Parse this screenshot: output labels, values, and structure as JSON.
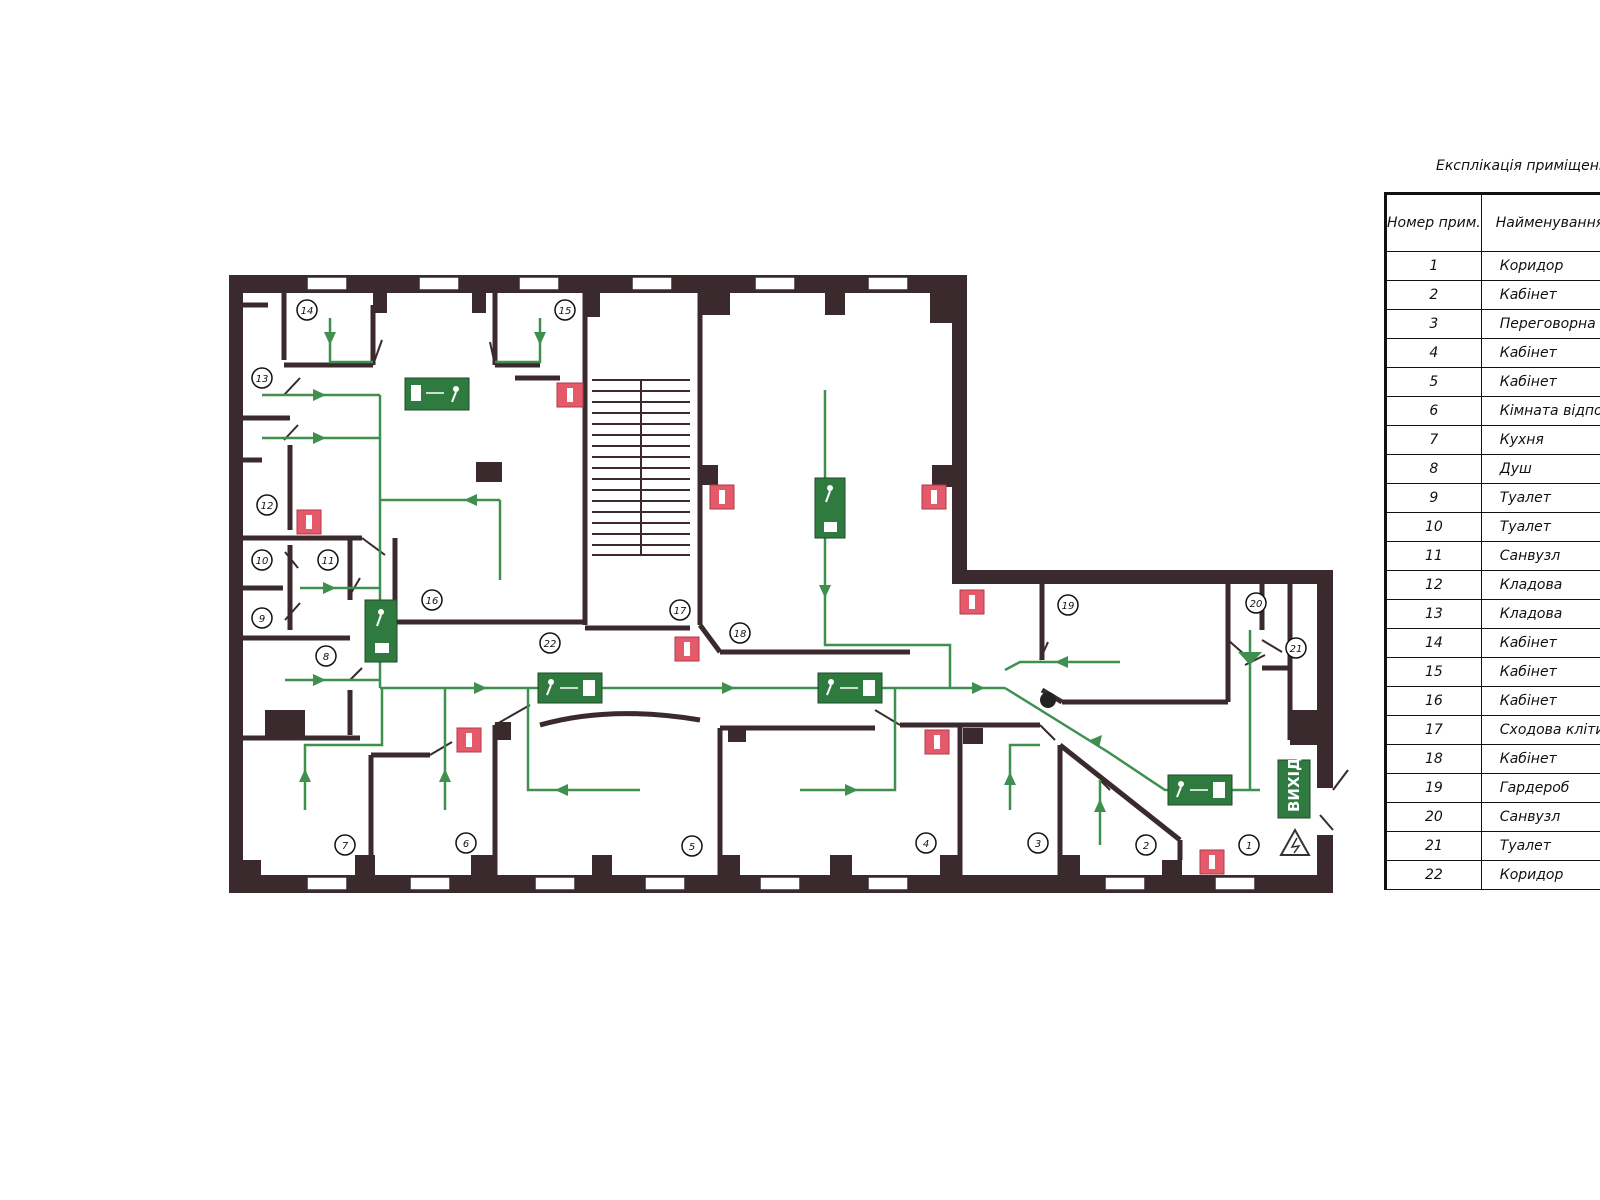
{
  "legend": {
    "title": "Експлікація приміщень",
    "col_num": "Номер прим.",
    "col_name": "Найменування при",
    "rows": [
      {
        "num": "1",
        "name": "Коридор"
      },
      {
        "num": "2",
        "name": "Кабінет"
      },
      {
        "num": "3",
        "name": "Переговорна"
      },
      {
        "num": "4",
        "name": "Кабінет"
      },
      {
        "num": "5",
        "name": "Кабінет"
      },
      {
        "num": "6",
        "name": "Кімната відпочинк"
      },
      {
        "num": "7",
        "name": "Кухня"
      },
      {
        "num": "8",
        "name": "Душ"
      },
      {
        "num": "9",
        "name": "Туалет"
      },
      {
        "num": "10",
        "name": "Туалет"
      },
      {
        "num": "11",
        "name": "Санвузл"
      },
      {
        "num": "12",
        "name": "Кладова"
      },
      {
        "num": "13",
        "name": "Кладова"
      },
      {
        "num": "14",
        "name": "Кабінет"
      },
      {
        "num": "15",
        "name": "Кабінет"
      },
      {
        "num": "16",
        "name": "Кабінет"
      },
      {
        "num": "17",
        "name": "Сходова клітина"
      },
      {
        "num": "18",
        "name": "Кабінет"
      },
      {
        "num": "19",
        "name": "Гардероб"
      },
      {
        "num": "20",
        "name": "Санвузл"
      },
      {
        "num": "21",
        "name": "Туалет"
      },
      {
        "num": "22",
        "name": "Коридор"
      }
    ]
  },
  "exit_label": "ВИХІД",
  "room_labels": [
    "1",
    "2",
    "3",
    "4",
    "5",
    "6",
    "7",
    "8",
    "9",
    "10",
    "11",
    "12",
    "13",
    "14",
    "15",
    "16",
    "17",
    "18",
    "19",
    "20",
    "21",
    "22"
  ],
  "colors": {
    "wall": "#3a2a2d",
    "route": "#3f8f4f",
    "sign_fill": "#2f7a3f",
    "extinguisher": "#e45a6a"
  }
}
